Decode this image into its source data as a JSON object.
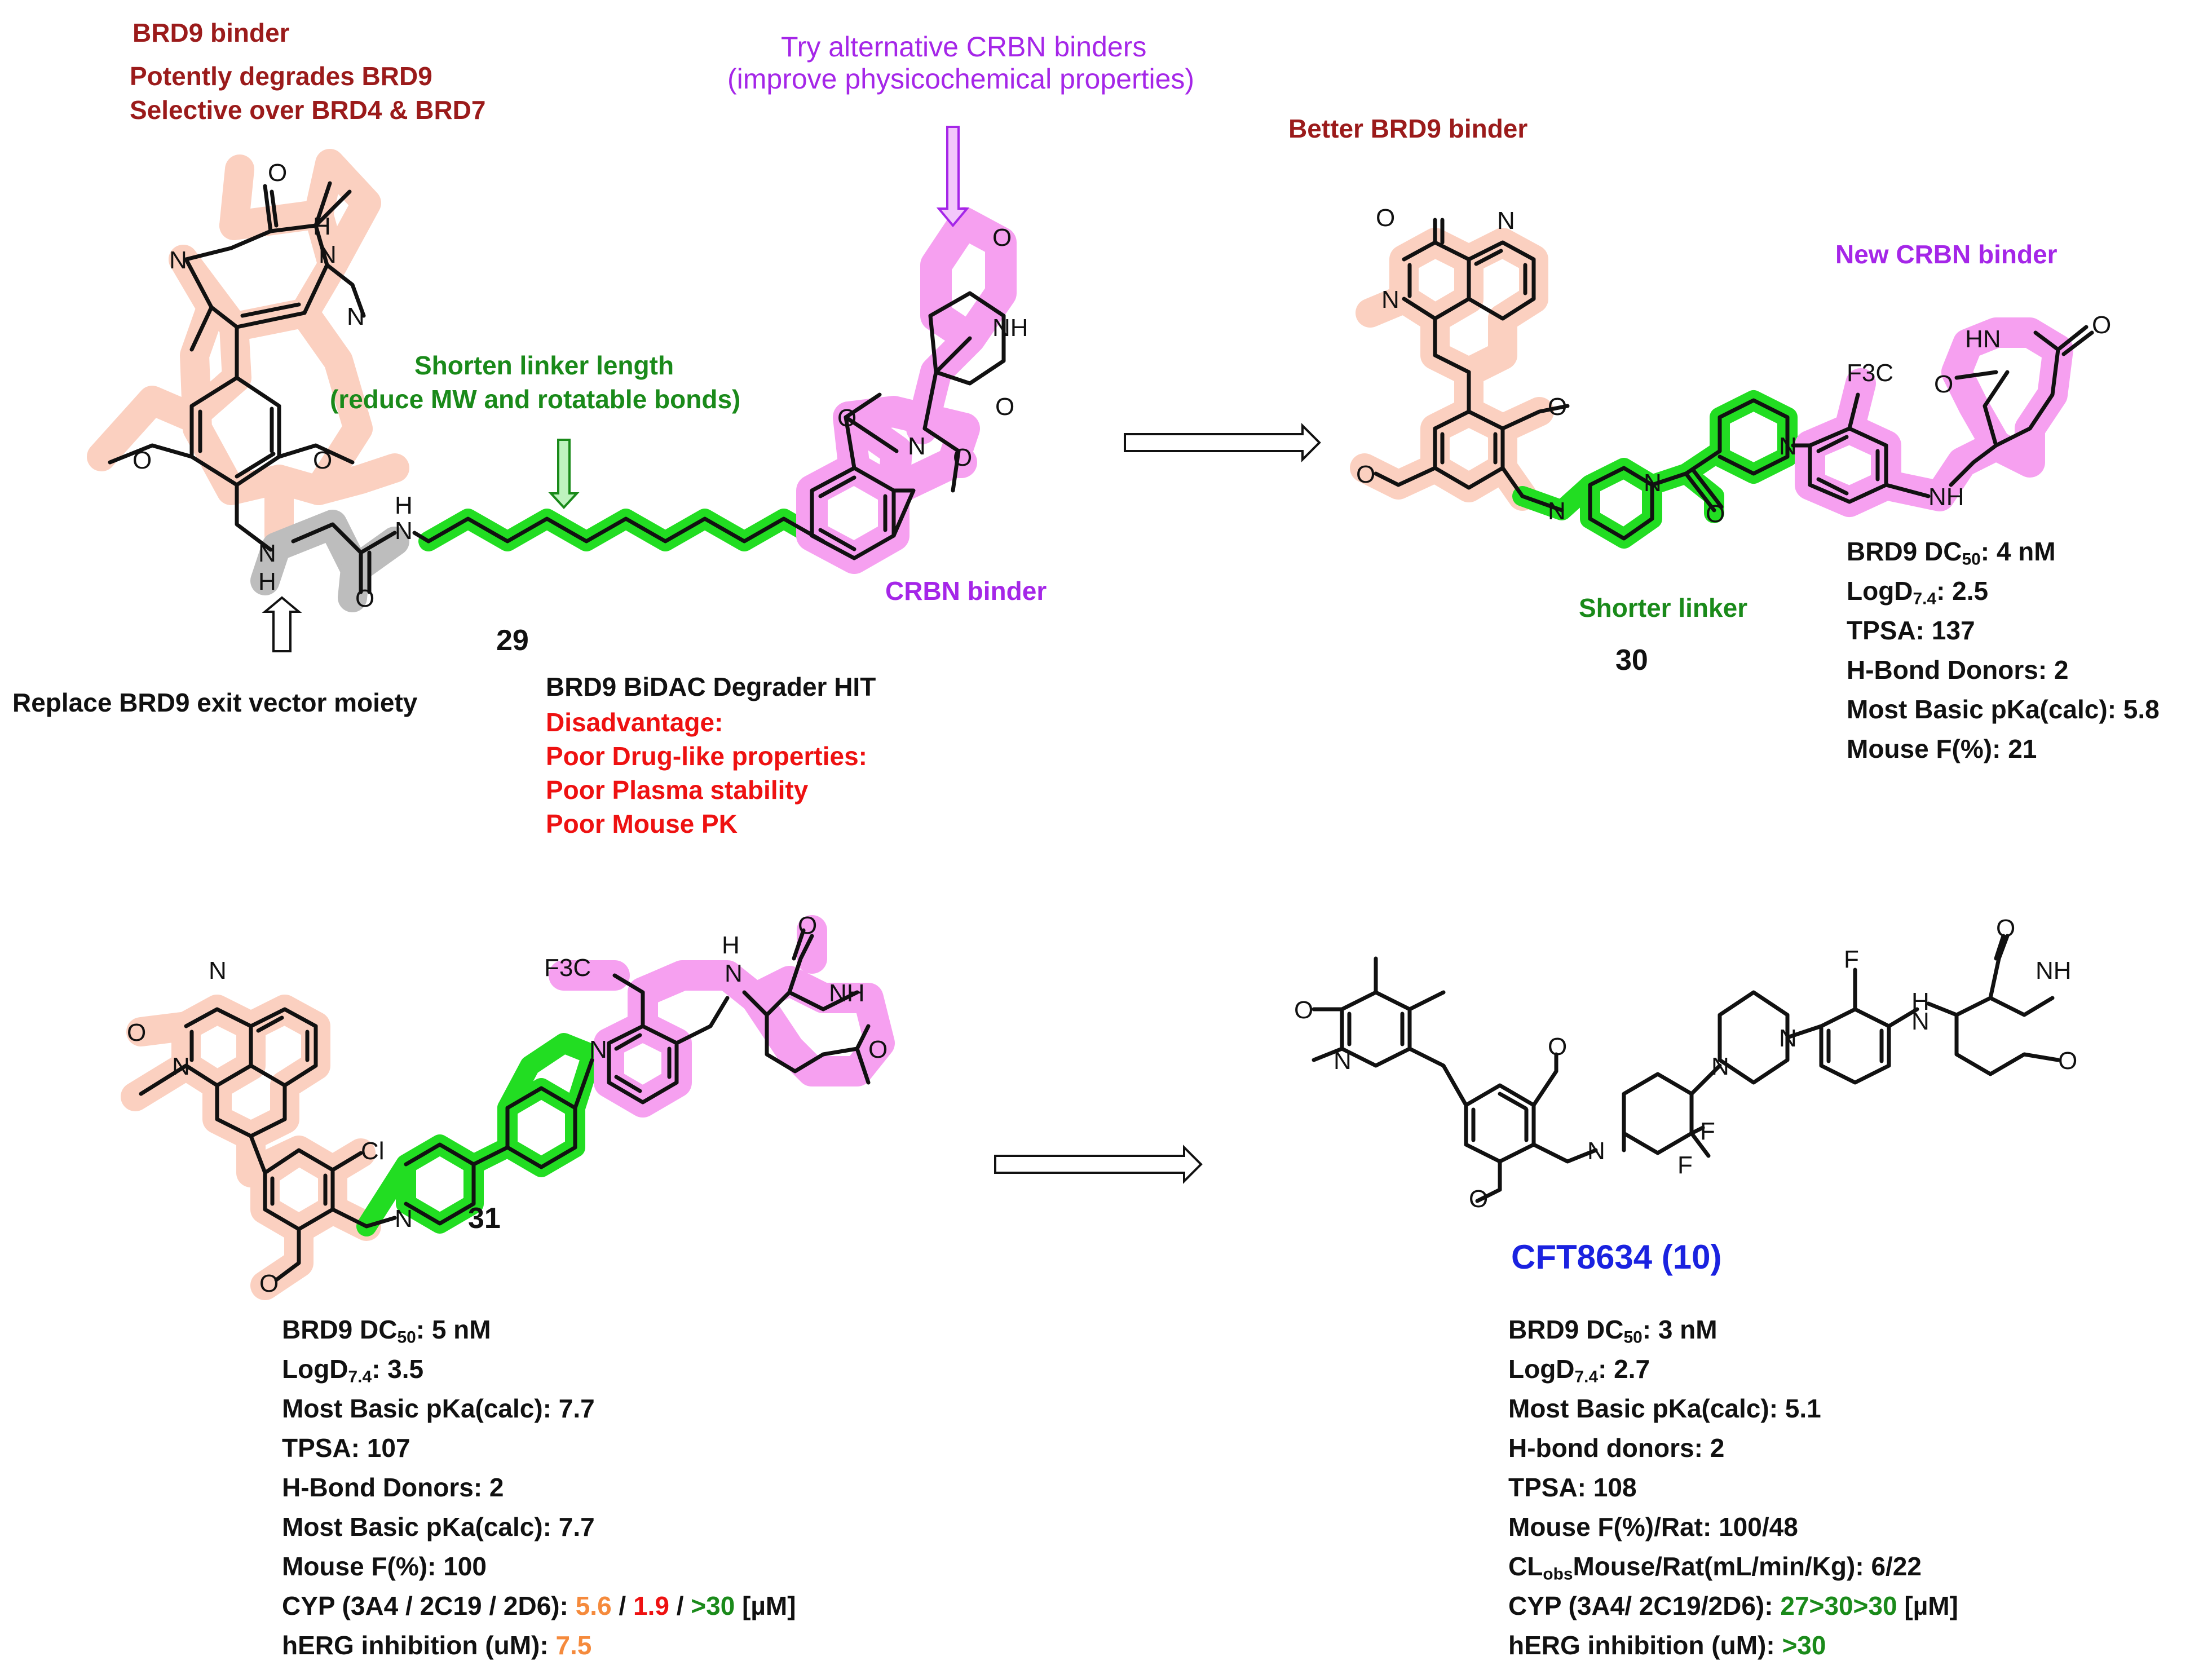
{
  "top_left": {
    "binder_label": "BRD9 binder",
    "binder_note_1": "Potently degrades BRD9",
    "binder_note_2": "Selective over BRD4 & BRD7",
    "alt_crbn_1": "Try alternative CRBN binders",
    "alt_crbn_2": "(improve physicochemical properties)",
    "shorten_1": "Shorten linker length",
    "shorten_2": "(reduce MW and rotatable bonds)",
    "crbn_binder": "CRBN binder",
    "compound_number": "29",
    "replace_note": "Replace BRD9 exit vector moiety",
    "hit_title": "BRD9 BiDAC Degrader HIT",
    "disadvantage": "Disadvantage:",
    "poor_1": "Poor Drug-like properties:",
    "poor_2": "Poor Plasma stability",
    "poor_3": "Poor Mouse PK"
  },
  "top_right": {
    "better_binder": "Better BRD9 binder",
    "new_crbn": "New CRBN binder",
    "shorter_linker": "Shorter linker",
    "compound_number": "30",
    "props": {
      "dc50_label": "BRD9 DC",
      "dc50_sub": "50",
      "dc50_value": ": 4 nM",
      "logd_label": "LogD",
      "logd_sub": "7.4",
      "logd_value": ": 2.5",
      "tpsa": "TPSA: 137",
      "hbd": "H-Bond Donors: 2",
      "pka": "Most Basic pKa(calc): 5.8",
      "mouse_f": "Mouse F(%): 21"
    }
  },
  "bottom_left": {
    "compound_number": "31",
    "props": {
      "dc50_label": "BRD9 DC",
      "dc50_sub": "50",
      "dc50_value": ": 5 nM",
      "logd_label": "LogD",
      "logd_sub": "7.4",
      "logd_value": ": 3.5",
      "pka1": "Most Basic pKa(calc): 7.7",
      "tpsa": "TPSA: 107",
      "hbd": "H-Bond Donors: 2",
      "pka2": "Most Basic pKa(calc): 7.7",
      "mouse_f": "Mouse F(%): 100",
      "cyp_label": "CYP (3A4 / 2C19 / 2D6): ",
      "cyp_v1": "5.6",
      "cyp_sep1": " / ",
      "cyp_v2": "1.9",
      "cyp_sep2": " / ",
      "cyp_v3": ">30",
      "cyp_unit": " [µM]",
      "herg_label": "hERG inhibition (uM): ",
      "herg_value": "7.5"
    }
  },
  "bottom_right": {
    "compound_name": "CFT8634 (10)",
    "props": {
      "dc50_label": "BRD9 DC",
      "dc50_sub": "50",
      "dc50_value": ": 3 nM",
      "logd_label": "LogD",
      "logd_sub": "7.4",
      "logd_value": ": 2.7",
      "pka": "Most Basic pKa(calc): 5.1",
      "hbd": "H-bond donors: 2",
      "tpsa": "TPSA: 108",
      "mouse_rat_f": "Mouse F(%)/Rat: 100/48",
      "cl_label": "CL",
      "cl_sub": "obs",
      "cl_value": "Mouse/Rat(mL/min/Kg): 6/22",
      "cyp_label": "CYP (3A4/ 2C19/2D6): ",
      "cyp_value": "27>30>30",
      "cyp_unit": " [µM]",
      "herg_label": "hERG inhibition (uM): ",
      "herg_value": ">30"
    }
  },
  "atoms": {
    "O": "O",
    "N": "N",
    "NH": "NH",
    "HN": "HN",
    "H": "H",
    "Cl": "Cl",
    "F": "F",
    "CF3": "F3C"
  },
  "colors": {
    "highlight_salmon": "#fbd0c0",
    "highlight_pink": "#f6a0f0",
    "highlight_green": "#22dd22",
    "highlight_gray": "#bdbdbd",
    "bond": "#111111"
  }
}
